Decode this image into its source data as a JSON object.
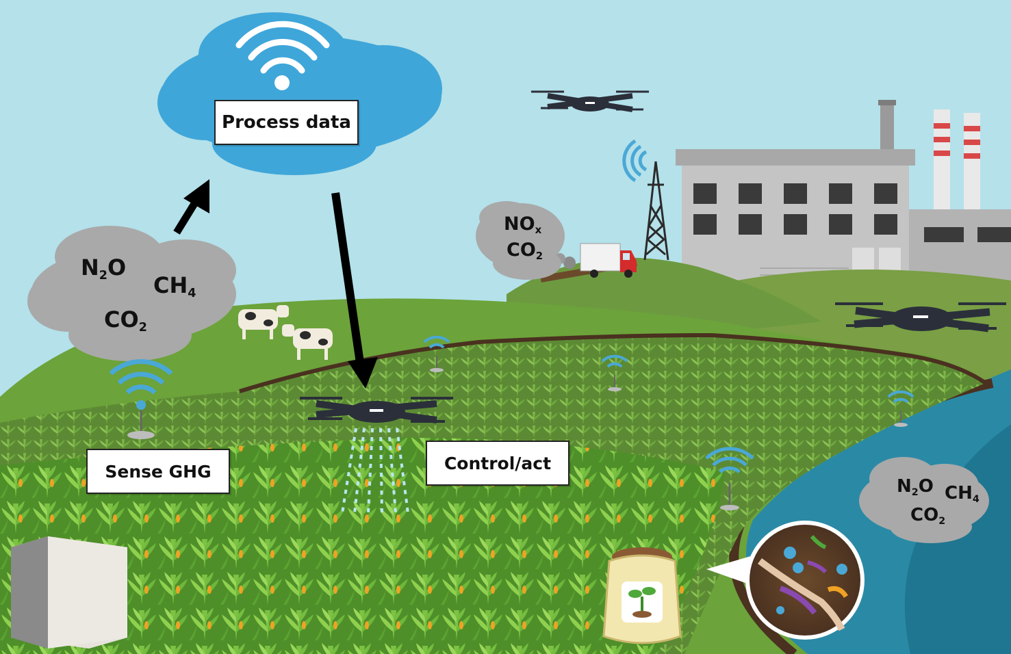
{
  "labels": {
    "process": "Process data",
    "sense": "Sense GHG",
    "control": "Control/act"
  },
  "gases": {
    "left_cloud": [
      {
        "base": "N",
        "sub": "2",
        "tail": "O"
      },
      {
        "base": "CH",
        "sub": "4",
        "tail": ""
      },
      {
        "base": "CO",
        "sub": "2",
        "tail": ""
      }
    ],
    "truck_cloud": [
      {
        "base": "NO",
        "sub": "x",
        "tail": ""
      },
      {
        "base": "CO",
        "sub": "2",
        "tail": ""
      }
    ],
    "water_cloud": [
      {
        "base": "N",
        "sub": "2",
        "tail": "O"
      },
      {
        "base": "CH",
        "sub": "4",
        "tail": ""
      },
      {
        "base": "CO",
        "sub": "2",
        "tail": ""
      }
    ]
  },
  "colors": {
    "sky": "#b4e1ea",
    "cloud_blue": "#3fa6d9",
    "gas_cloud": "#a9a9a9",
    "hill_green": "#6ca33a",
    "crop_green": "#5fa531",
    "water": "#2a8aa6",
    "factory": "#b8b8b8",
    "drone": "#2b2f3a",
    "wifi": "#4aa8d6"
  },
  "icons": [
    "wifi-icon",
    "drone-icon",
    "sensor-icon",
    "cow-icon",
    "truck-icon",
    "factory-icon",
    "radio-tower-icon",
    "fertilizer-bag-icon",
    "microbe-icon",
    "arrow-icon"
  ]
}
